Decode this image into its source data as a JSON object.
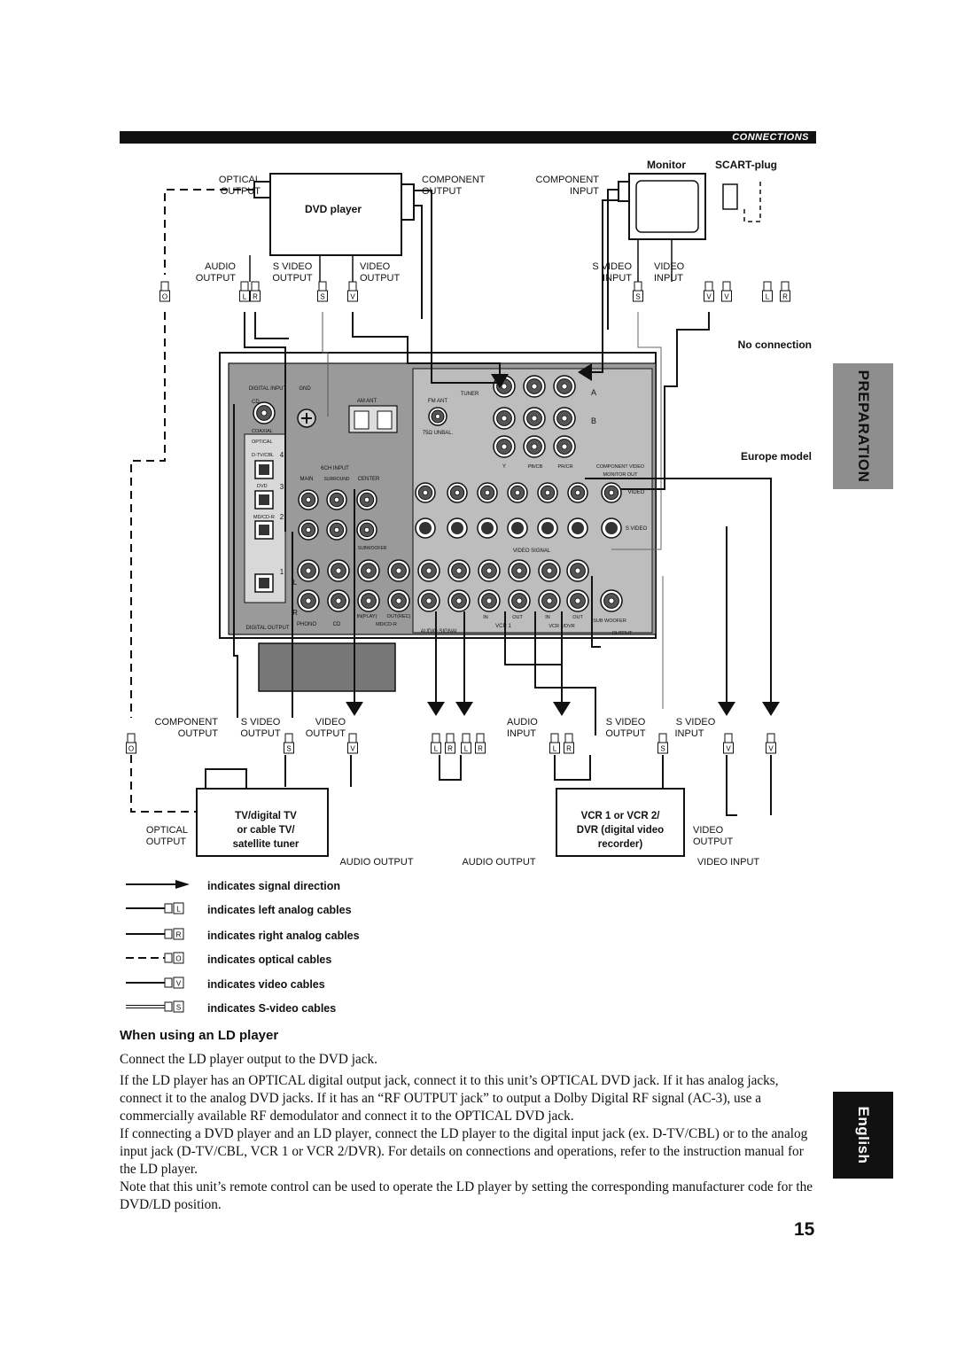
{
  "header": {
    "section": "CONNECTIONS"
  },
  "side_tabs": {
    "preparation": "PREPARATION",
    "english": "English"
  },
  "diagram": {
    "dvd_player": {
      "name": "DVD player",
      "optical_output": [
        "OPTICAL",
        "OUTPUT"
      ],
      "component_output": [
        "COMPONENT",
        "OUTPUT"
      ],
      "audio_output": [
        "AUDIO",
        "OUTPUT"
      ],
      "s_video_output": [
        "S VIDEO",
        "OUTPUT"
      ],
      "video_output": [
        "VIDEO",
        "OUTPUT"
      ]
    },
    "monitor": {
      "name": "Monitor",
      "scart": "SCART-plug",
      "component_input": [
        "COMPONENT",
        "INPUT"
      ],
      "s_video_input": [
        "S VIDEO",
        "INPUT"
      ],
      "video_input": [
        "VIDEO",
        "INPUT"
      ],
      "no_connection": "No connection",
      "europe_model": "Europe model"
    },
    "receiver": {
      "labels": {
        "digital_input": "DIGITAL INPUT",
        "gnd": "GND",
        "tuner": "TUNER",
        "am_ant": "AM ANT",
        "fm_ant": "FM ANT",
        "unbal": "75Ω UNBAL.",
        "cd": "CD",
        "coaxial": "COAXIAL",
        "optical": "OPTICAL",
        "dtv_cbl": "D-TV/CBL",
        "dvd": "DVD",
        "md_cdr": "MD/CD-R",
        "ch_input": "6CH INPUT",
        "main": "MAIN",
        "surround": "SURROUND",
        "center": "CENTER",
        "subwoofer": "SUBWOOFER",
        "component_video": "COMPONENT VIDEO",
        "monitor_out": "MONITOR OUT",
        "video": "VIDEO",
        "s_video": "S VIDEO",
        "video_signal": "VIDEO SIGNAL",
        "audio_signal": "AUDIO SIGNAL",
        "phono": "PHONO",
        "in_play": "IN(PLAY)",
        "out_rec": "OUT(REC)",
        "vcr1": "VCR 1",
        "vcr2_dvr": "VCR 2/DVR",
        "sub_woofer": "SUB WOOFER",
        "output": "OUTPUT",
        "digital_output": "DIGITAL OUTPUT",
        "in": "IN",
        "out": "OUT",
        "y": "Y",
        "pb": "PB/CB",
        "pr": "PR/CR",
        "a": "A",
        "b": "B",
        "n1": "1",
        "n2": "2",
        "n3": "3",
        "n4": "4",
        "l": "L",
        "r": "R"
      }
    },
    "tv_tuner": {
      "name": [
        "TV/digital TV",
        "or cable TV/",
        "satellite tuner"
      ],
      "optical_output": [
        "OPTICAL",
        "OUTPUT"
      ],
      "component_output": [
        "COMPONENT",
        "OUTPUT"
      ],
      "s_video_output": [
        "S VIDEO",
        "OUTPUT"
      ],
      "video_output": [
        "VIDEO",
        "OUTPUT"
      ],
      "audio_output": "AUDIO OUTPUT"
    },
    "vcr": {
      "name": [
        "VCR 1 or VCR 2/",
        "DVR (digital video",
        "recorder)"
      ],
      "audio_input": [
        "AUDIO",
        "INPUT"
      ],
      "s_video_output": [
        "S VIDEO",
        "OUTPUT"
      ],
      "s_video_input": [
        "S VIDEO",
        "INPUT"
      ],
      "video_output": [
        "VIDEO",
        "OUTPUT"
      ],
      "audio_output": "AUDIO OUTPUT",
      "video_input": "VIDEO INPUT"
    },
    "plug_letters": {
      "o": "O",
      "l": "L",
      "r": "R",
      "s": "S",
      "v": "V"
    }
  },
  "legend": [
    {
      "icon": "arrow",
      "label": "indicates signal direction"
    },
    {
      "icon": "L",
      "label": "indicates left analog cables"
    },
    {
      "icon": "R",
      "label": "indicates right analog cables"
    },
    {
      "icon": "O",
      "label": "indicates optical cables"
    },
    {
      "icon": "V",
      "label": "indicates video cables"
    },
    {
      "icon": "S",
      "label": "indicates S-video cables"
    }
  ],
  "section_title": "When using an LD player",
  "paragraphs": [
    "Connect the LD player output to the DVD jack.",
    "If the LD player has an OPTICAL digital output jack, connect it to this unit’s OPTICAL DVD jack. If it has analog jacks, connect it to the analog DVD jacks. If it has an “RF OUTPUT jack” to output a Dolby Digital RF signal (AC-3), use a commercially available RF demodulator and connect it to the OPTICAL DVD jack.",
    "If connecting a DVD player and an LD player, connect the LD player to the digital input jack (ex. D-TV/CBL) or to the analog input jack (D-TV/CBL, VCR 1 or VCR 2/DVR). For details on connections and operations, refer to the instruction manual for the LD player.",
    "Note that this unit’s remote control can be used to operate the LD player by setting the corresponding manufacturer code for the DVD/LD position."
  ],
  "page_number": "15"
}
